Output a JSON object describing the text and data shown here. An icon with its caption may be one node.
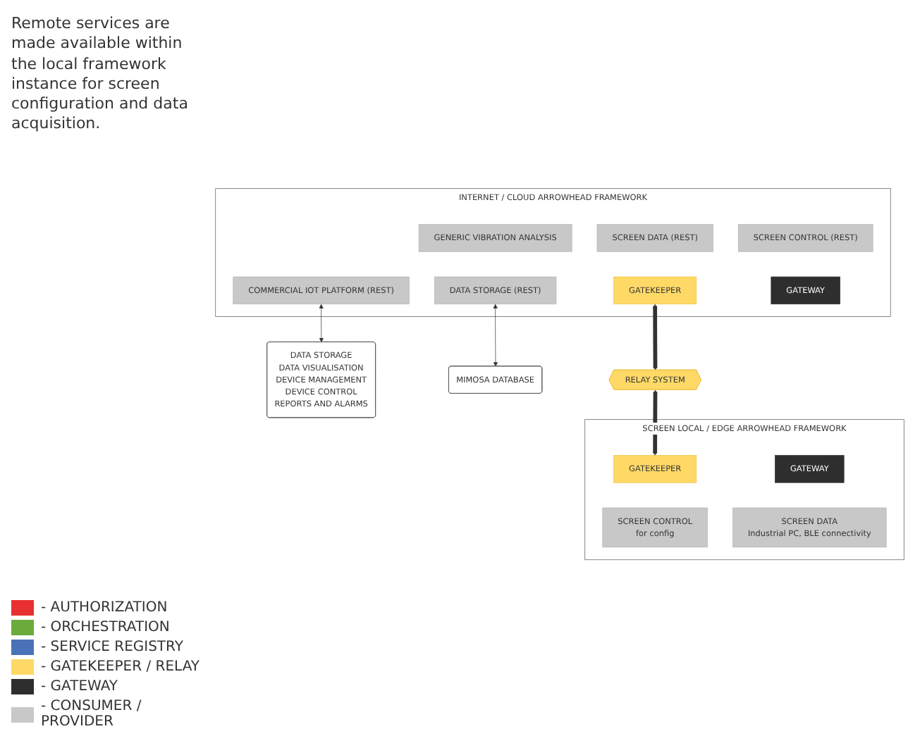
{
  "diagram": {
    "nodes": [
      {
        "text": [
          "INTERNET / CLOUD ARROWHEAD FRAMEWORK"
        ]
      },
      {
        "text": [
          "GENERIC VIBRATION ANALYSIS"
        ],
        "in": 0
      },
      {
        "text": [
          "SCREEN DATA (REST)"
        ],
        "in": 0
      },
      {
        "text": [
          "SCREEN CONTROL (REST)"
        ],
        "in": 0
      },
      {
        "text": [
          "COMMERCIAL IOT PLATFORM (REST)"
        ],
        "in": 0
      },
      {
        "text": [
          "DATA STORAGE (REST)"
        ],
        "in": 0
      },
      {
        "text": [
          "GATEKEEPER"
        ],
        "in": 0
      },
      {
        "text": [
          "GATEWAY"
        ],
        "in": 0
      },
      {
        "text": [
          "DATA STORAGE",
          "DATA VISUALISATION",
          "DEVICE MANAGEMENT",
          "DEVICE CONTROL",
          "REPORTS AND ALARMS"
        ]
      },
      {
        "text": [
          "MIMOSA DATABASE"
        ]
      },
      {
        "text": [
          "RELAY SYSTEM"
        ]
      },
      {
        "text": [
          "SCREEN LOCAL / EDGE ARROWHEAD FRAMEWORK"
        ]
      },
      {
        "text": [
          "GATEKEEPER"
        ],
        "in": 11
      },
      {
        "text": [
          "GATEWAY"
        ],
        "in": 11
      },
      {
        "text": [
          "SCREEN CONTROL",
          "for config"
        ],
        "in": 11
      },
      {
        "text": [
          "SCREEN DATA",
          "Industrial PC, BLE connectivity"
        ],
        "in": 11
      }
    ],
    "edges": [
      {
        "from": 4,
        "to": 8,
        "arrow": "both"
      },
      {
        "from": 5,
        "to": 9,
        "arrow": "both"
      },
      {
        "from": 6,
        "to": 10,
        "arrow": "both",
        "style": "thick"
      },
      {
        "from": 10,
        "to": 12,
        "arrow": "both",
        "style": "thick"
      }
    ],
    "labels": [
      "Remote services are made available within the local framework instance for screen configuration and data acquisition."
    ],
    "legend": [
      {
        "text": "- AUTHORIZATION",
        "color": "#e83030"
      },
      {
        "text": "- ORCHESTRATION",
        "color": "#6aab3c"
      },
      {
        "text": "- SERVICE REGISTRY",
        "color": "#4a72b8"
      },
      {
        "text": "- GATEKEEPER / RELAY",
        "color": "#ffd966"
      },
      {
        "text": "- GATEWAY",
        "color": "#2e2e2e"
      },
      {
        "text": "- CONSUMER / PROVIDER",
        "color": "#c8c8c8"
      }
    ]
  }
}
